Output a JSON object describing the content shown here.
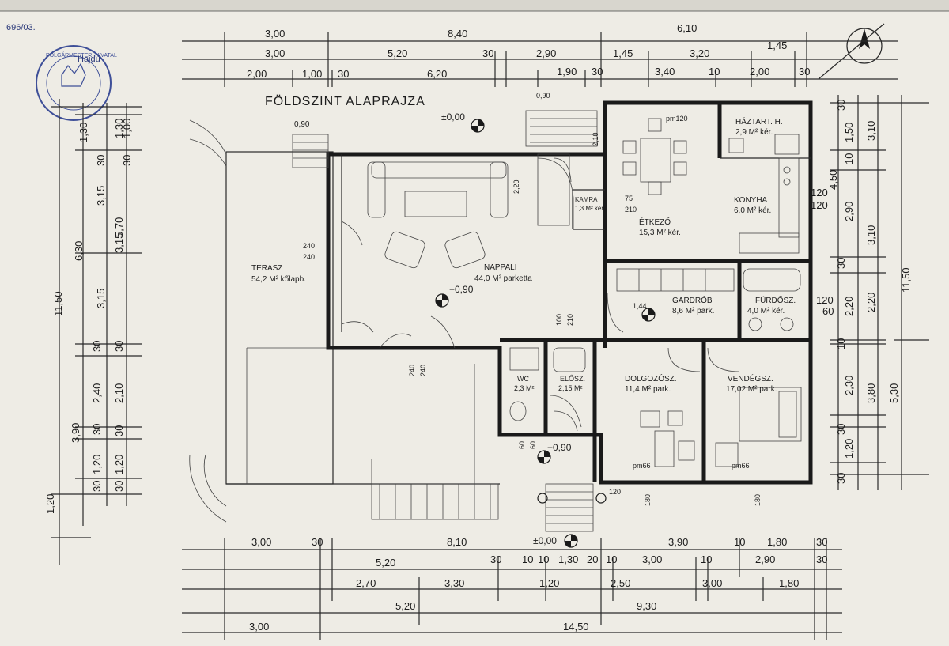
{
  "title": "FÖLDSZINT ALAPRAJZA",
  "file_note": "696/03.",
  "stamp": {
    "text": "POLGÁRMESTERI HIVATAL",
    "signature": "Hajdú"
  },
  "levels": {
    "entrance": "±0,00",
    "terrace": "±0,00",
    "living": "+0,90",
    "hall": "+0,90",
    "top_note": "0,90"
  },
  "rooms": {
    "terasz": {
      "name": "TERASZ",
      "area": "54,2 M² kőlapb."
    },
    "nappali": {
      "name": "NAPPALI",
      "area": "44,0 M² parketta"
    },
    "etkezo": {
      "name": "ÉTKEZŐ",
      "area": "15,3 M² kér."
    },
    "konyha": {
      "name": "KONYHA",
      "area": "6,0 M² kér."
    },
    "haztart": {
      "name": "HÁZTART. H.",
      "area": "2,9 M² kér."
    },
    "kamra": {
      "name": "KAMRA",
      "area": "1,3 M² kér."
    },
    "gardrob": {
      "name": "GARDRÓB",
      "area": "8,6 M² park."
    },
    "furdo": {
      "name": "FÜRDŐSZ.",
      "area": "4,0 M² kér."
    },
    "dolgozo": {
      "name": "DOLGOZÓSZ.",
      "area": "11,4 M² park."
    },
    "vendeg": {
      "name": "VENDÉGSZ.",
      "area": "17,02 M² park."
    },
    "wc": {
      "name": "WC",
      "area": "2,3 M²"
    },
    "eloter": {
      "name": "ELŐSZ.",
      "area": "2,15 M²"
    }
  },
  "annotations": {
    "pm120": "pm120",
    "pm66_a": "pm66",
    "pm66_b": "pm66",
    "d240a": "240",
    "d240b": "240",
    "d240c": "240",
    "d240d": "240",
    "d100": "100",
    "d210a": "210",
    "d210b": "210",
    "d75": "75",
    "d120": "120",
    "d180a": "180",
    "d180b": "180",
    "d60a": "60",
    "d60b": "60",
    "d090": "0,90",
    "d220": "2,20",
    "d210c": "2,10",
    "d144": "1,44"
  },
  "dims_top": {
    "row1": [
      "3,00",
      "8,40",
      "6,10"
    ],
    "row2": [
      "3,00",
      "5,20",
      "30",
      "2,90",
      "1,45",
      "3,20",
      "1,45"
    ],
    "row3": [
      "2,00",
      "1,00",
      "30",
      "6,20",
      "1,90",
      "30",
      "3,40",
      "10",
      "2,00",
      "30"
    ]
  },
  "dims_bottom": {
    "row1": [
      "3,00",
      "30",
      "8,10",
      "3,90",
      "10",
      "1,80",
      "30"
    ],
    "row2": [
      "5,20",
      "30",
      "10",
      "10",
      "1,30",
      "20",
      "10",
      "3,00",
      "10",
      "2,90",
      "30"
    ],
    "row3": [
      "2,70",
      "3,30",
      "1,20",
      "2,50",
      "3,00",
      "1,80"
    ],
    "row4": [
      "5,20",
      "9,30"
    ],
    "row5": [
      "3,00",
      "14,50"
    ]
  },
  "dims_left": {
    "outer": [
      "1,20",
      "3,90",
      "11,50"
    ],
    "mid": [
      "30",
      "1,20",
      "30",
      "2,40",
      "30",
      "3,15",
      "6,30",
      "3,15",
      "1,30",
      "30"
    ],
    "inner": [
      "30",
      "1,20",
      "30",
      "2,10",
      "30",
      "3,15",
      "5,70",
      "1,30",
      "1,00",
      "30"
    ]
  },
  "dims_right": {
    "inner": [
      "30",
      "1,50",
      "10",
      "2,90",
      "30",
      "2,20",
      "10",
      "2,30",
      "30",
      "1,20",
      "30"
    ],
    "mid": [
      "3,10",
      "4,50",
      "3,10",
      "2,20",
      "3,80"
    ],
    "outer": [
      "5,30",
      "11,50"
    ],
    "extra": [
      "120",
      "120",
      "120",
      "60"
    ]
  }
}
